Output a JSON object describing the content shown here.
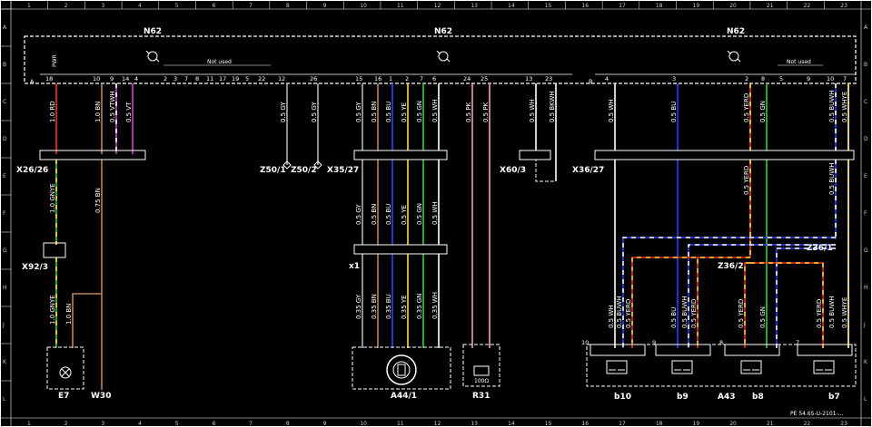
{
  "grid": {
    "columns": [
      "1",
      "2",
      "3",
      "4",
      "5",
      "6",
      "7",
      "8",
      "9",
      "10",
      "11",
      "12",
      "13",
      "14",
      "15",
      "16",
      "17",
      "18",
      "19",
      "20",
      "21",
      "22",
      "23"
    ],
    "rows": [
      "A",
      "B",
      "C",
      "D",
      "E",
      "F",
      "G",
      "H",
      "J",
      "K",
      "L"
    ]
  },
  "modules": {
    "n62_left": "N62",
    "n62_mid": "N62",
    "n62_right": "N62",
    "not_used_1": "Not used",
    "not_used_2": "Not used",
    "conn_a": "A",
    "conn_b": "B"
  },
  "top_pins": {
    "pwr": "PWR",
    "n18": "18",
    "n10": "10",
    "n9": "9",
    "n14": "14",
    "n4": "4",
    "n2": "2",
    "n3": "3",
    "n7": "7",
    "n8": "8",
    "n11": "11",
    "n17": "17",
    "n19": "19",
    "n5": "5",
    "n22": "22",
    "n12": "12",
    "n26": "26",
    "n15": "15",
    "n16": "16",
    "n1": "1",
    "n6": "6",
    "n24": "24",
    "n25": "25",
    "n13": "13",
    "n23": "23",
    "br4": "4",
    "br3": "3",
    "br2": "2",
    "br8": "8",
    "br10": "10",
    "br7": "7",
    "br5": "5",
    "br9": "9"
  },
  "wires": {
    "w1": "1.0 RD",
    "w2": "1.0 BN",
    "w3": "0.5 VTWH",
    "w4": "0.5 VT",
    "w5": "0.5 GY",
    "w6": "0.5 GY",
    "w7": "0.5 GY",
    "w8": "0.5 BN",
    "w9": "0.5 BU",
    "w10": "0.5 YE",
    "w11": "0.5 GN",
    "w12": "0.5 WH",
    "w13": "0.5 PK",
    "w14": "0.5 PK",
    "w15": "0.5 WH",
    "w16": "0.5 BKWH",
    "w17": "0.5 WH",
    "w18": "0.5 BU",
    "w19": "0.5 YERD",
    "w20": "0.5 GN",
    "w21": "0.5 BUWH",
    "w22": "0.5 WHYE",
    "w23": "1.0 GNYE",
    "w24": "0.75 BN",
    "w25": "0.5 YERD",
    "w26": "0.5 BUWH",
    "lw1": "0.5 GY",
    "lw2": "0.5 BN",
    "lw3": "0.5 BU",
    "lw4": "0.5 YE",
    "lw5": "0.5 GN",
    "lw6": "0.5 WH",
    "lw7": "0.35 GY",
    "lw8": "0.35 BN",
    "lw9": "0.35 BU",
    "lw10": "0.35 YE",
    "lw11": "0.35 GN",
    "lw12": "0.35 WH",
    "lw13": "1.0 GNYE",
    "lw14": "1.0 BN",
    "rw1": "0.5 WH",
    "rw2": "0.5 BUWH",
    "rw3": "0.5 YERD",
    "rw4": "0.5 BU",
    "rw5": "0.5 BUWH",
    "rw6": "0.5 YERD",
    "rw7": "0.5 YERD",
    "rw8": "0.5 GN",
    "rw9": "0.5 YERD",
    "rw10": "0.5 BUWH",
    "rw11": "0.5 WHYE"
  },
  "components": {
    "x26": "X26/26",
    "x92": "X92/3",
    "e7": "E7",
    "w30": "W30",
    "z50_1": "Z50/1",
    "z50_2": "Z50/2",
    "x35": "X35/27",
    "x1": "x1",
    "a44": "A44/1",
    "r31": "R31",
    "x60": "X60/3",
    "x36": "X36/27",
    "z36_1": "Z36/1",
    "z36_2": "Z36/2",
    "a43": "A43",
    "b10": "b10",
    "b9": "b9",
    "b8": "b8",
    "b7": "b7",
    "s10": "10",
    "s9": "9",
    "s8": "8",
    "s7": "7",
    "res": "100Ω",
    "footer": "PE 54.65-U-2101-..."
  },
  "colors": {
    "red": "#ff2a2a",
    "brown": "#b8865a",
    "violet": "#d040d0",
    "gray": "#b0b0b0",
    "blue": "#2a40ff",
    "yellow": "#ffe030",
    "green": "#30d040",
    "white": "#ffffff",
    "pink": "#f0a0b0",
    "orange": "#ff8020"
  }
}
